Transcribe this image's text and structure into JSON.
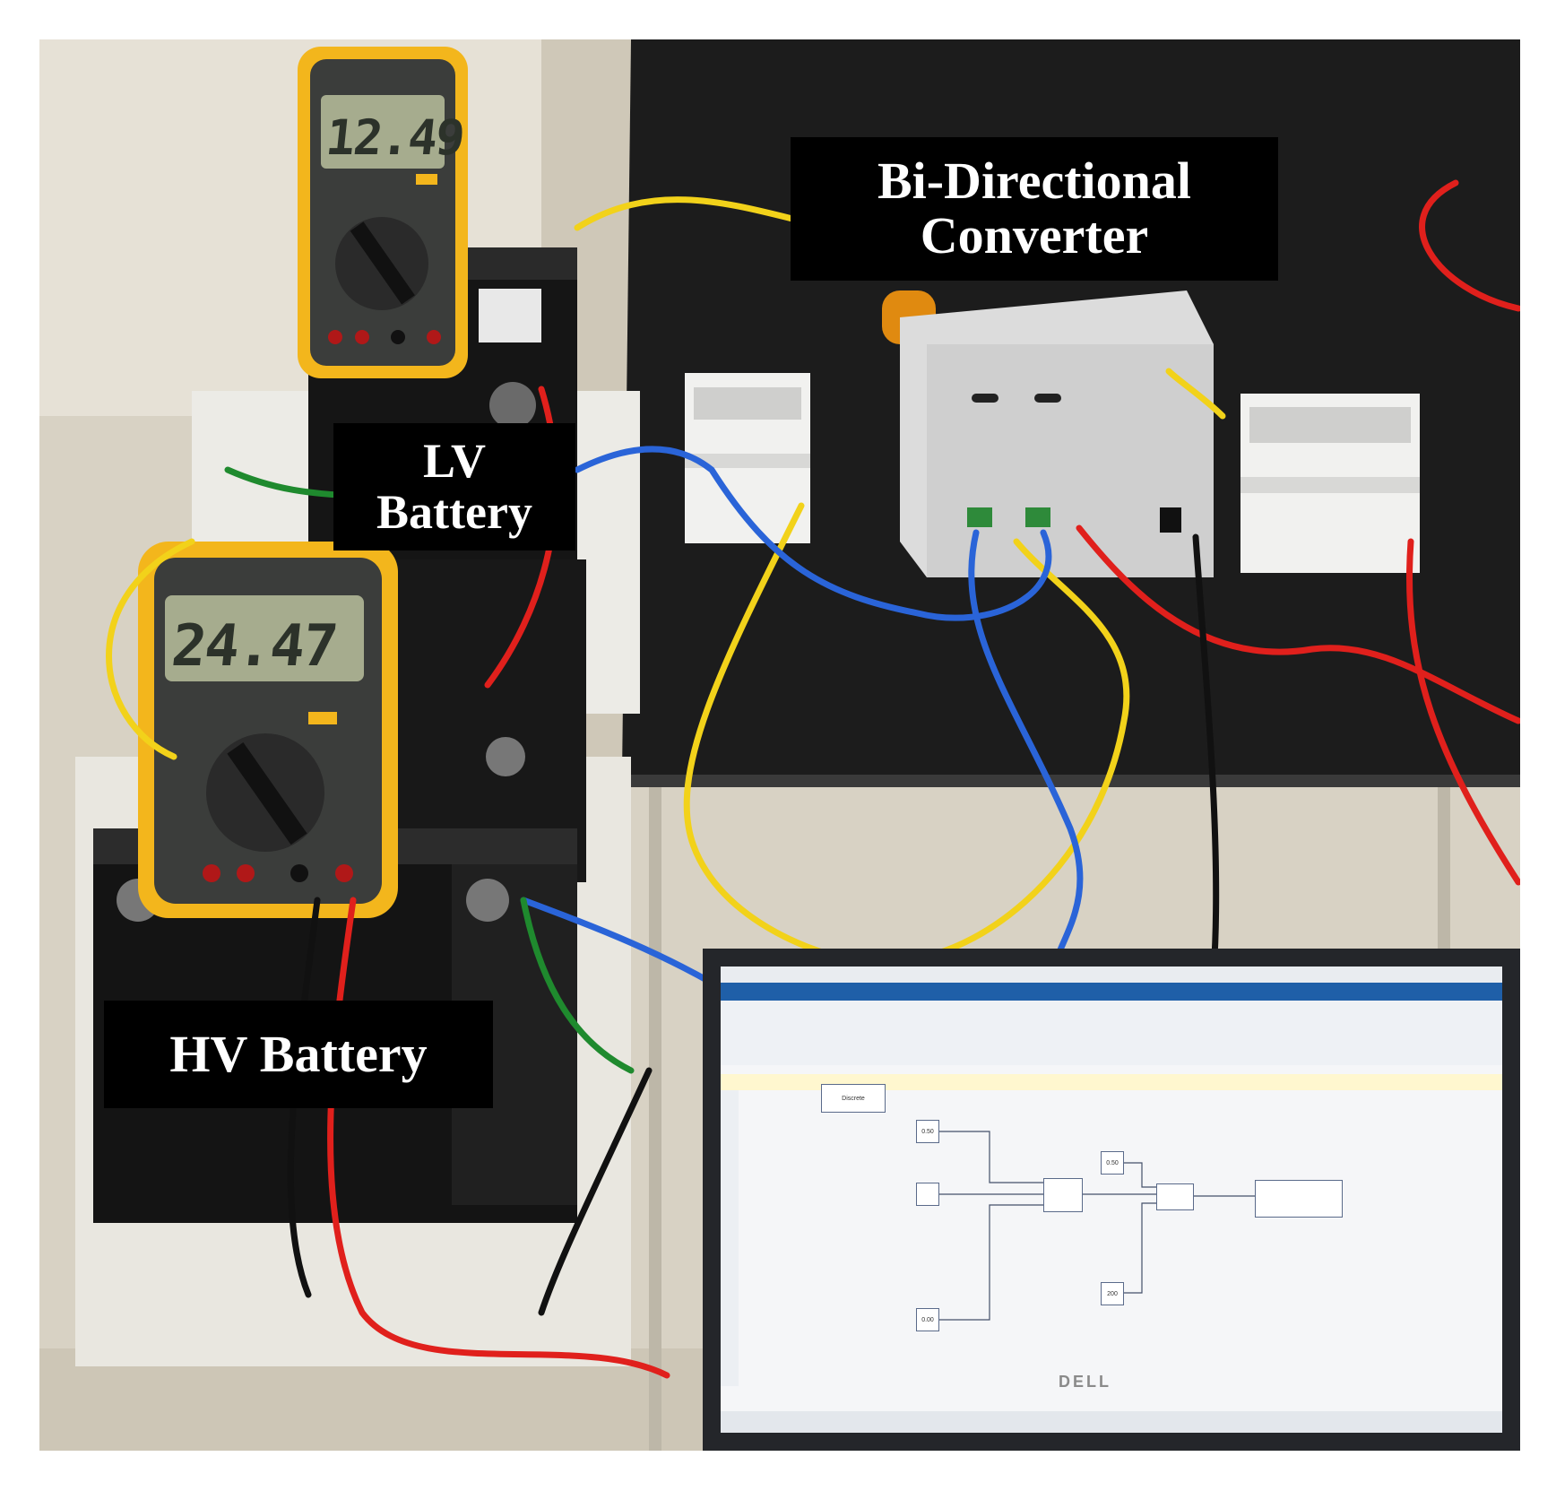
{
  "labels": {
    "converter_line1": "Bi-Directional",
    "converter_line2": "Converter",
    "lv_line1": "LV",
    "lv_line2": "Battery",
    "hv": "HV Battery"
  },
  "meters": {
    "lv_reading": "12.49",
    "hv_reading": "24.47"
  },
  "laptop": {
    "brand": "DELL"
  },
  "simulink": {
    "block_discrete": "Discrete",
    "block_const1": "0.50",
    "block_const2": "0.50",
    "block_const3": "0.00",
    "block_gain": "200"
  },
  "colors": {
    "wire_red": "#e0201c",
    "wire_blue": "#2a64d8",
    "wire_yellow": "#f2d21a",
    "meter_yellow": "#f3b61c",
    "bench_black": "#1c1c1c"
  }
}
